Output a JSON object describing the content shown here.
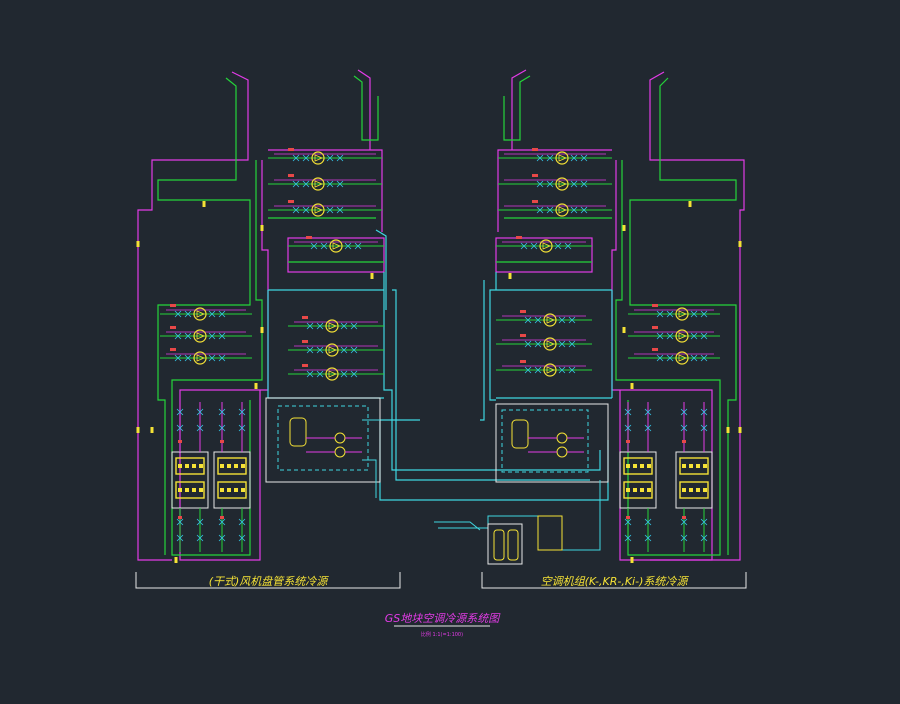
{
  "colors": {
    "background": "#212830",
    "supply_pipe": "#e23be6",
    "return_pipe": "#25d43a",
    "cyan_pipe": "#3fd6e0",
    "equipment": "#f5e236",
    "annotation": "#35c7e8",
    "valve_red": "#e84848",
    "white": "#e8e8e8"
  },
  "left_section_label": "(干式)风机盘管系统冷源",
  "right_section_label": "空调机组(K-,KR-,Ki-)系统冷源",
  "drawing_title": "GS地块空调冷源系统图",
  "drawing_scale": "比例 1:1(=1:100)",
  "icons": [
    "pump-icon",
    "valve-icon",
    "tank-icon",
    "chiller-icon",
    "cooling-tower-icon"
  ]
}
